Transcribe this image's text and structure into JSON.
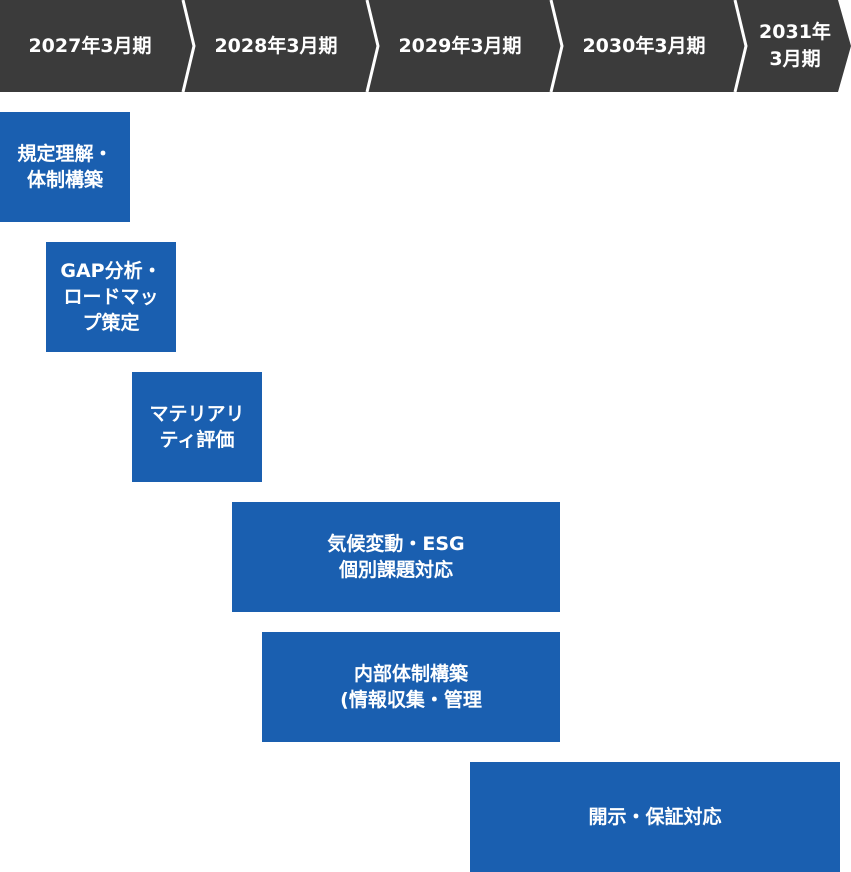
{
  "timeline": {
    "periods": [
      {
        "label": "2027年3月期"
      },
      {
        "label": "2028年3月期"
      },
      {
        "label": "2029年3月期"
      },
      {
        "label": "2030年3月期"
      },
      {
        "label": "2031年\n3月期"
      }
    ],
    "colors": {
      "header_bg": "#3b3b3b",
      "header_separator": "#ffffff",
      "header_text": "#ffffff"
    }
  },
  "tasks": [
    {
      "label": "規定理解・\n体制構築"
    },
    {
      "label": "GAP分析・\nロードマッ\nプ策定"
    },
    {
      "label": "マテリアリ\nティ評価"
    },
    {
      "label": "気候変動・ESG\n個別課題対応"
    },
    {
      "label": "内部体制構築\n(情報収集・管理"
    },
    {
      "label": "開示・保証対応"
    }
  ],
  "colors": {
    "task_bg": "#1a5fb0",
    "task_text": "#ffffff"
  }
}
